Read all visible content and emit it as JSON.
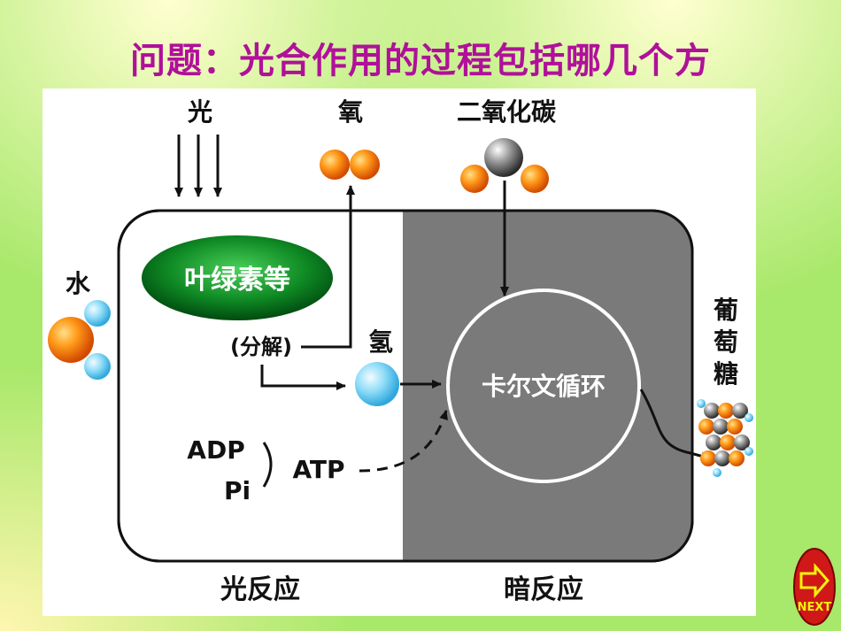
{
  "title": "问题：光合作用的过程包括哪几个方",
  "diagram": {
    "light_label": "光",
    "oxygen_label": "氧",
    "co2_label": "二氧化碳",
    "water_label": "水",
    "pigment_label": "叶绿素等",
    "decompose_label": "(分解)",
    "hydrogen_label": "氢",
    "calvin_label": "卡尔文循环",
    "glucose_label": [
      "葡",
      "萄",
      "糖"
    ],
    "adp_label": "ADP",
    "pi_label": "Pi",
    "atp_label": "ATP",
    "light_reaction_label": "光反应",
    "dark_reaction_label": "暗反应"
  },
  "next_button": {
    "label": "NEXT"
  }
}
